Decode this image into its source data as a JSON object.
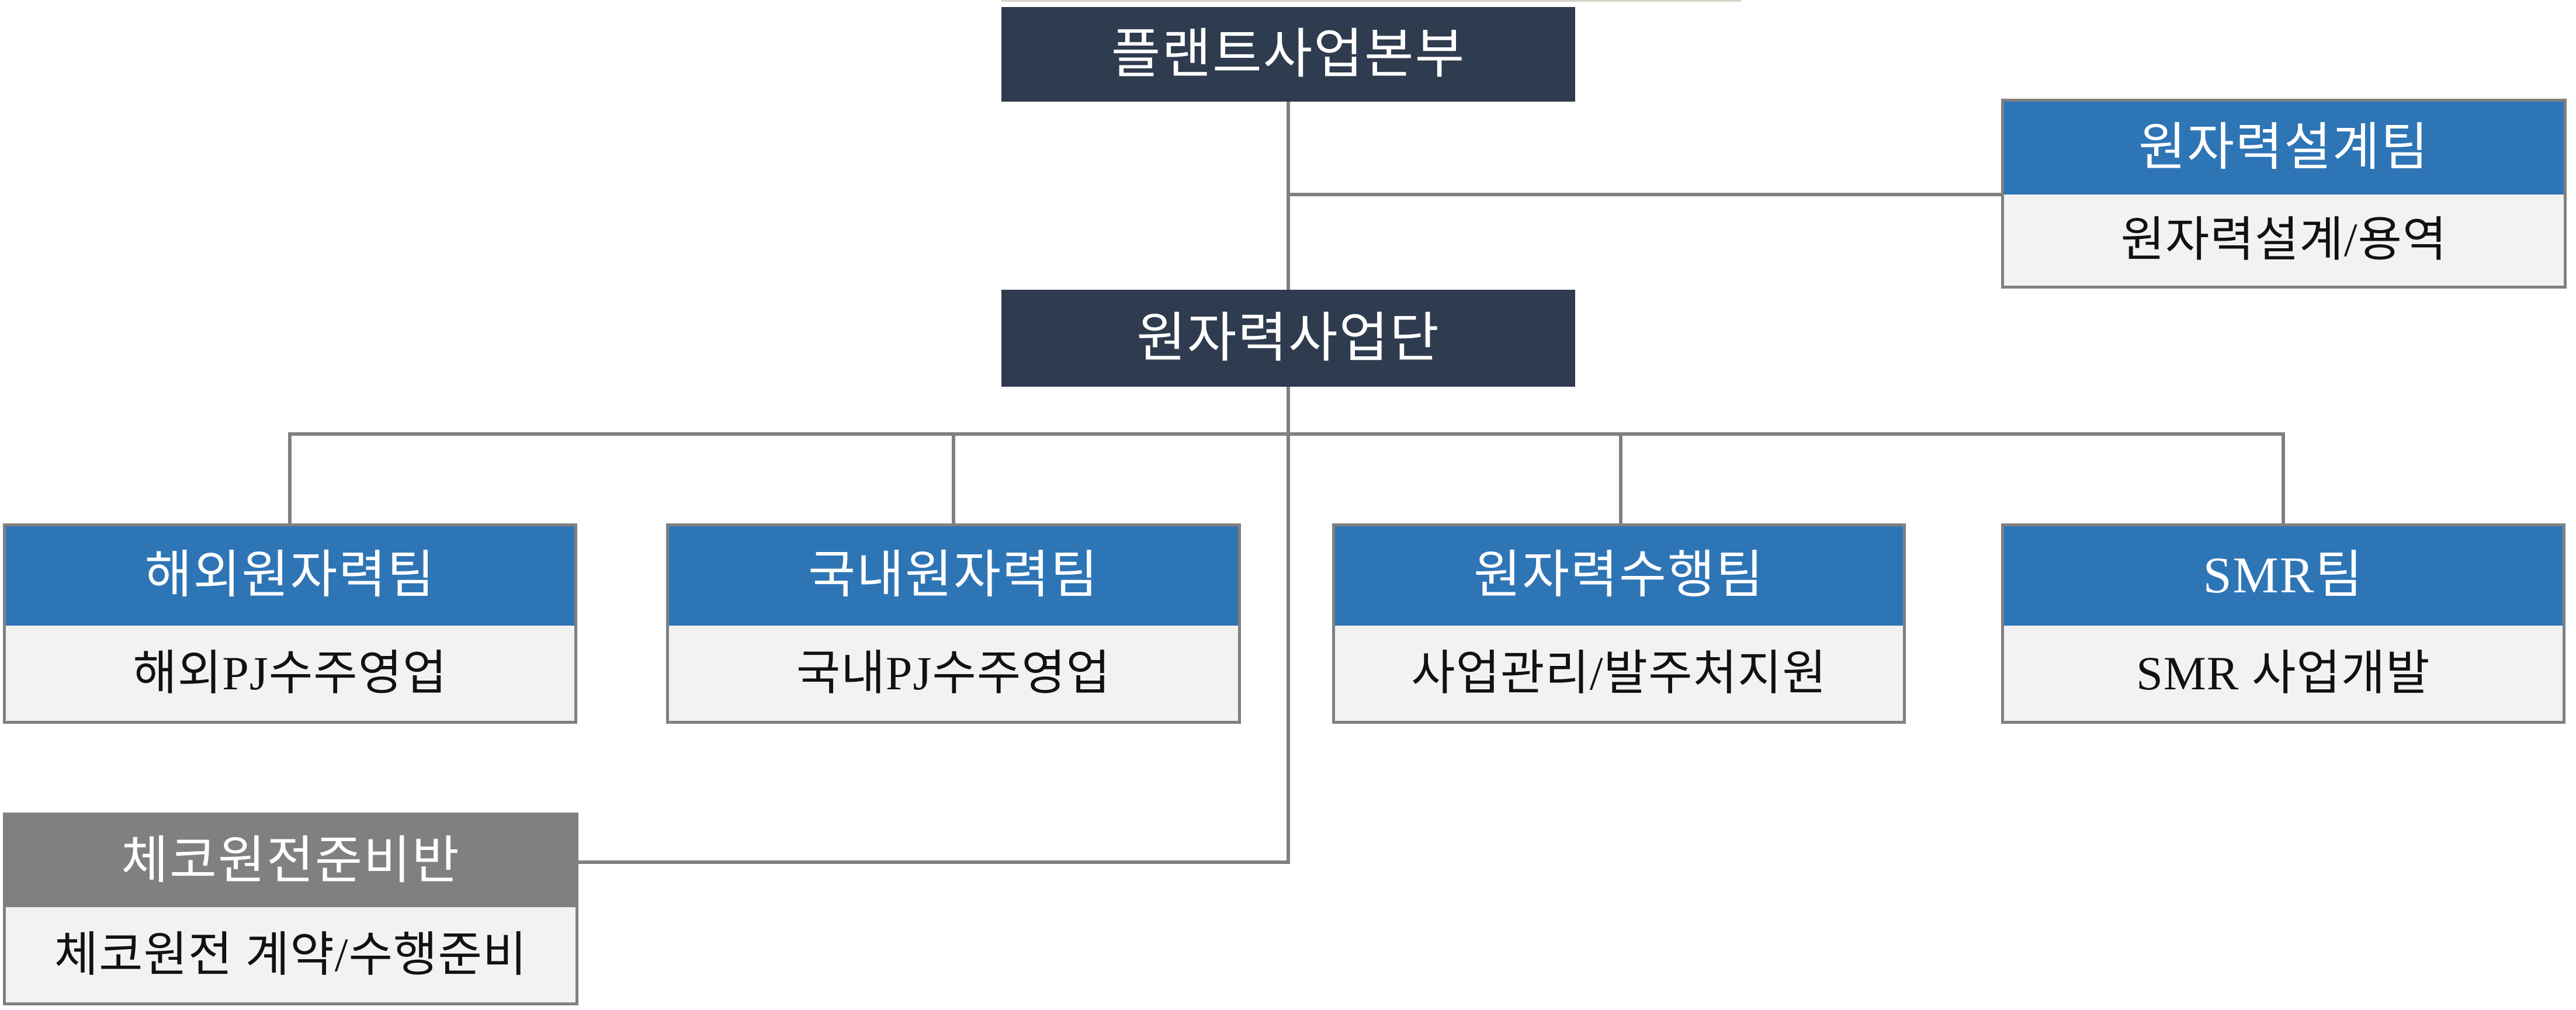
{
  "org_chart": {
    "root": {
      "label": "플랜트사업본부"
    },
    "division": {
      "label": "원자력사업단"
    },
    "design_team": {
      "title": "원자력설계팀",
      "description": "원자력설계/용역"
    },
    "teams": [
      {
        "title": "해외원자력팀",
        "description": "해외PJ수주영업"
      },
      {
        "title": "국내원자력팀",
        "description": "국내PJ수주영업"
      },
      {
        "title": "원자력수행팀",
        "description": "사업관리/발주처지원"
      },
      {
        "title": "SMR팀",
        "description": "SMR 사업개발"
      }
    ],
    "task_force": {
      "title": "체코원전준비반",
      "description": "체코원전 계약/수행준비"
    }
  },
  "colors": {
    "navy": "#2F3B4E",
    "blue": "#2E75B6",
    "gray": "#808080",
    "light_gray": "#F2F2F2",
    "body_text": "#111111",
    "header_text": "#FFFFFF"
  }
}
